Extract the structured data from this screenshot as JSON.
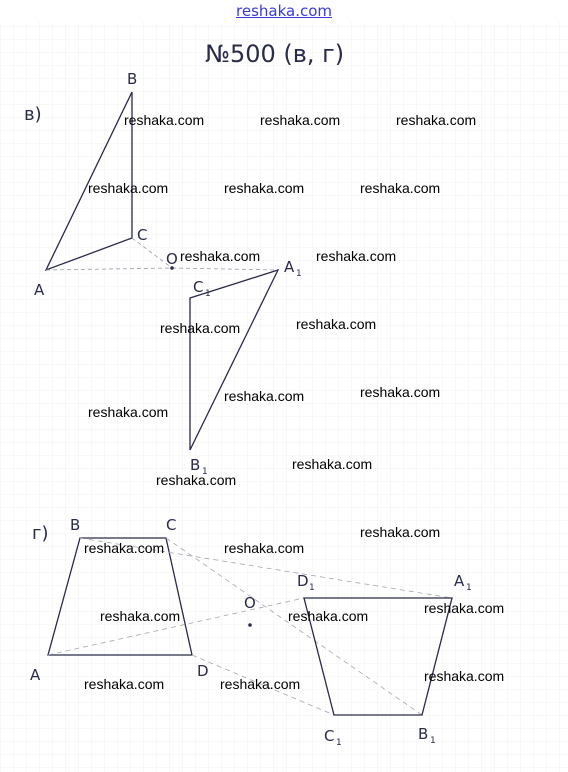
{
  "header": {
    "link_text": "reshaka.com",
    "link_color": "#3b3bd4"
  },
  "problem": {
    "title": "№500 (в, г)"
  },
  "part_v": {
    "label": "в)",
    "original_labels": {
      "A": "A",
      "B": "B",
      "C": "C"
    },
    "center_label": "O",
    "image_labels": {
      "A1": "A",
      "B1": "B",
      "C1": "C"
    },
    "index_one": "1"
  },
  "part_g": {
    "label": "г)",
    "original_labels": {
      "A": "A",
      "B": "B",
      "C": "C",
      "D": "D"
    },
    "center_label": "O",
    "image_labels": {
      "D1": "D",
      "A1": "A",
      "C1": "C",
      "B1": "B"
    },
    "index_one": "1"
  },
  "watermark": {
    "text": "reshaka.com",
    "color": "#000000"
  },
  "colors": {
    "ink": "#2a2a4a",
    "paper": "#ffffff",
    "grid": "#f1f1f1"
  }
}
